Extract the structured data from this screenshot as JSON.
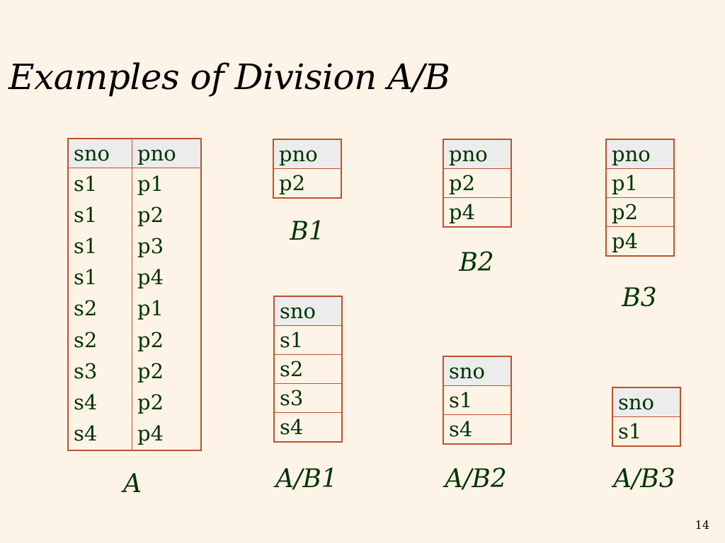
{
  "title": "Examples of Division A/B",
  "page_number": "14",
  "tables": {
    "A": {
      "caption": "A",
      "headers": [
        "sno",
        "pno"
      ],
      "rows": [
        [
          "s1",
          "p1"
        ],
        [
          "s1",
          "p2"
        ],
        [
          "s1",
          "p3"
        ],
        [
          "s1",
          "p4"
        ],
        [
          "s2",
          "p1"
        ],
        [
          "s2",
          "p2"
        ],
        [
          "s3",
          "p2"
        ],
        [
          "s4",
          "p2"
        ],
        [
          "s4",
          "p4"
        ]
      ]
    },
    "B1": {
      "caption": "B1",
      "header": "pno",
      "values": [
        "p2"
      ]
    },
    "B2": {
      "caption": "B2",
      "header": "pno",
      "values": [
        "p2",
        "p4"
      ]
    },
    "B3": {
      "caption": "B3",
      "header": "pno",
      "values": [
        "p1",
        "p2",
        "p4"
      ]
    },
    "AB1": {
      "caption": "A/B1",
      "header": "sno",
      "values": [
        "s1",
        "s2",
        "s3",
        "s4"
      ]
    },
    "AB2": {
      "caption": "A/B2",
      "header": "sno",
      "values": [
        "s1",
        "s4"
      ]
    },
    "AB3": {
      "caption": "A/B3",
      "header": "sno",
      "values": [
        "s1"
      ]
    }
  }
}
